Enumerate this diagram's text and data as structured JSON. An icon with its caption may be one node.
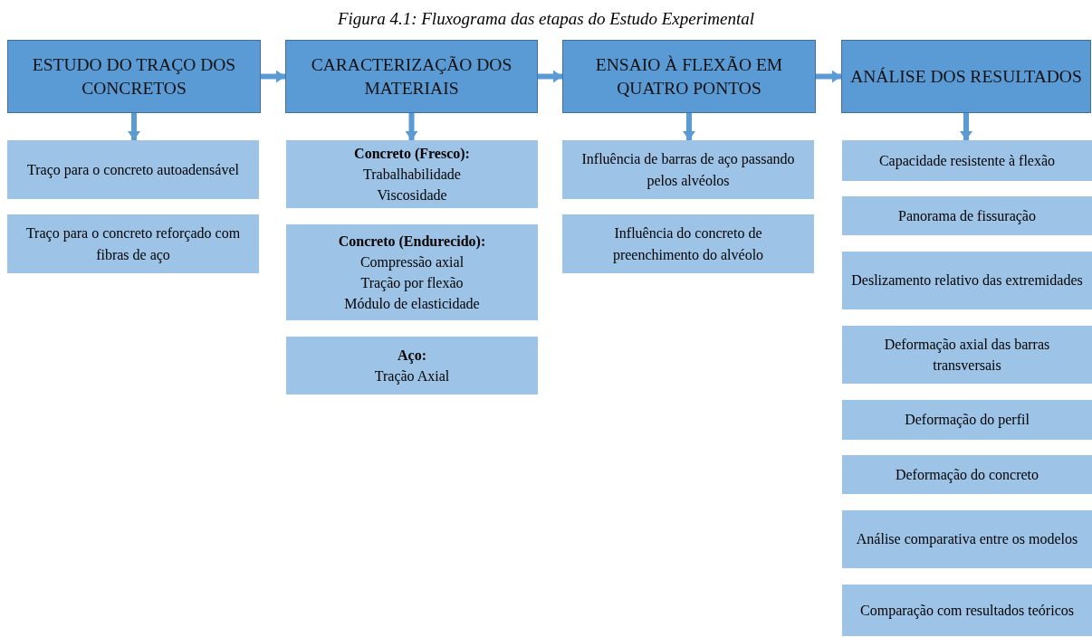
{
  "diagram": {
    "title": "Figura 4.1: Fluxograma das etapas do Estudo Experimental",
    "nodes": [
      {
        "text": [
          "ESTUDO DO TRAÇO DOS CONCRETOS"
        ]
      },
      {
        "text": [
          "CARACTERIZAÇÃO DOS MATERIAIS"
        ]
      },
      {
        "text": [
          "ENSAIO À FLEXÃO EM QUATRO PONTOS"
        ]
      },
      {
        "text": [
          "ANÁLISE DOS RESULTADOS"
        ]
      },
      {
        "text": [
          "Traço para o concreto autoadensável"
        ]
      },
      {
        "text": [
          "Traço para o concreto reforçado com fibras de aço"
        ]
      },
      {
        "text": [
          "Concreto (Fresco):",
          "Trabalhabilidade",
          "Viscosidade"
        ]
      },
      {
        "text": [
          "Concreto (Endurecido):",
          "Compressão axial",
          "Tração por flexão",
          "Módulo de elasticidade"
        ]
      },
      {
        "text": [
          "Aço:",
          "Tração Axial"
        ]
      },
      {
        "text": [
          "Influência de barras de aço passando pelos alvéolos"
        ]
      },
      {
        "text": [
          "Influência do concreto de preenchimento do alvéolo"
        ]
      },
      {
        "text": [
          "Capacidade resistente à flexão"
        ]
      },
      {
        "text": [
          "Panorama de fissuração"
        ]
      },
      {
        "text": [
          "Deslizamento relativo das extremidades"
        ]
      },
      {
        "text": [
          "Deformação axial das barras transversais"
        ]
      },
      {
        "text": [
          "Deformação do perfil"
        ]
      },
      {
        "text": [
          "Deformação do concreto"
        ]
      },
      {
        "text": [
          "Análise comparativa entre os modelos"
        ]
      },
      {
        "text": [
          "Comparação com resultados teóricos"
        ]
      }
    ],
    "edges": [
      {
        "from": 0,
        "to": 1,
        "arrow": "to"
      },
      {
        "from": 1,
        "to": 2,
        "arrow": "to"
      },
      {
        "from": 2,
        "to": 3,
        "arrow": "to"
      },
      {
        "from": 0,
        "to": 4,
        "arrow": "to"
      },
      {
        "from": 1,
        "to": 6,
        "arrow": "to"
      },
      {
        "from": 2,
        "to": 9,
        "arrow": "to"
      },
      {
        "from": 3,
        "to": 11,
        "arrow": "to"
      }
    ]
  }
}
